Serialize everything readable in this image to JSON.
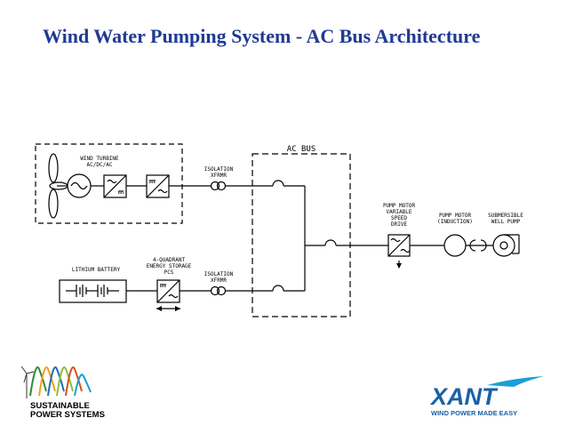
{
  "slide": {
    "title": "Wind Water Pumping System - AC Bus Architecture",
    "colors": {
      "title": "#1f3a93",
      "xant_blue": "#1b5fa8"
    }
  },
  "diagram": {
    "wind_turbine": {
      "line1": "WIND TURBINE",
      "line2": "AC/DC/AC"
    },
    "isolation_top": {
      "line1": "ISOLATION",
      "line2": "XFRMR"
    },
    "isolation_bottom": {
      "line1": "ISOLATION",
      "line2": "XFRMR"
    },
    "ac_bus": "AC BUS",
    "lithium_battery": "LITHIUM BATTERY",
    "energy_storage": {
      "line1": "4-QUADRANT",
      "line2": "ENERGY STORAGE",
      "line3": "PCS"
    },
    "vsd": {
      "line1": "PUMP MOTOR",
      "line2": "VARIABLE",
      "line3": "SPEED",
      "line4": "DRIVE"
    },
    "pump_motor": {
      "line1": "PUMP MOTOR",
      "line2": "(INDUCTION)"
    },
    "well_pump": {
      "line1": "SUBMERSIBLE",
      "line2": "WELL PUMP"
    }
  },
  "logos": {
    "sustainable": {
      "line1": "SUSTAINABLE",
      "line2": "POWER SYSTEMS"
    },
    "xant": {
      "name": "XANT",
      "tagline": "WIND POWER MADE EASY"
    }
  }
}
